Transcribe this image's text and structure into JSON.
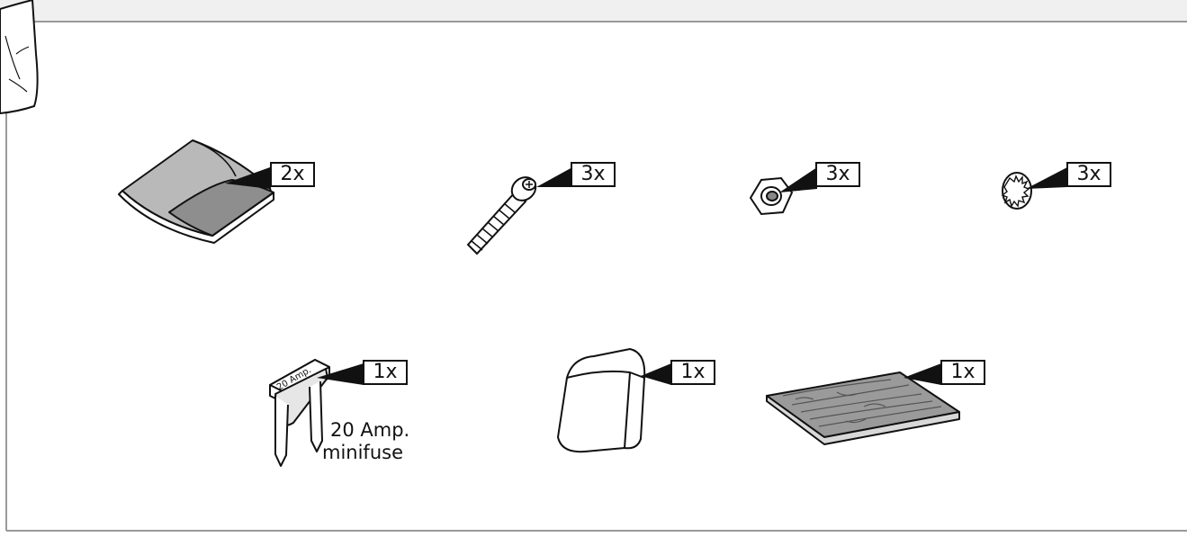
{
  "parts": [
    {
      "id": "adhesive-pad",
      "quantity": "2x"
    },
    {
      "id": "screw",
      "quantity": "3x"
    },
    {
      "id": "hex-nut",
      "quantity": "3x"
    },
    {
      "id": "lock-washer",
      "quantity": "3x"
    },
    {
      "id": "minifuse",
      "quantity": "1x",
      "label_on_part": "20 Amp.",
      "caption_line1": "20 Amp.",
      "caption_line2": "minifuse"
    },
    {
      "id": "cap",
      "quantity": "1x"
    },
    {
      "id": "felt-pad",
      "quantity": "1x"
    }
  ],
  "colors": {
    "line": "#111111",
    "frame": "#9a9a9a",
    "header_band": "#f0f0f0",
    "pad_grey": "#b9b9b9",
    "pad_dark": "#8e8e8e"
  },
  "icons": [
    "bag-icon",
    "adhesive-pad-icon",
    "screw-icon",
    "hex-nut-icon",
    "lock-washer-icon",
    "minifuse-icon",
    "cap-icon",
    "felt-pad-icon"
  ]
}
